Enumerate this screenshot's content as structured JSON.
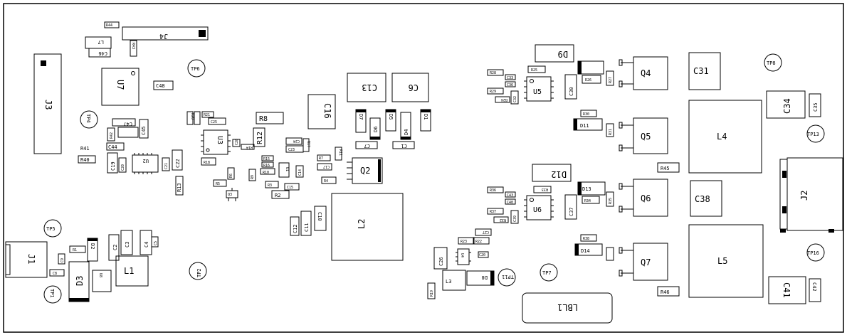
{
  "board": {
    "outline_color": "#000000",
    "background": "#ffffff"
  },
  "connectors": {
    "J1": "J1",
    "J2": "J2",
    "J3": "J3",
    "J4": "J4"
  },
  "test_points": {
    "TP1": "TP1",
    "TP2": "TP2",
    "TP4": "TP4",
    "TP5": "TP5",
    "TP6": "TP6",
    "TP7": "TP7",
    "TP8": "TP8",
    "TP11": "TP11",
    "TP13": "TP13",
    "TP16": "TP16"
  },
  "ics": {
    "U2": "U2",
    "U3": "U3",
    "U4": "U4",
    "U5": "U5",
    "U6": "U6",
    "U7": "U7"
  },
  "transistors": {
    "Q2": "Q2",
    "Q3": "Q3",
    "Q4": "Q4",
    "Q5": "Q5",
    "Q6": "Q6",
    "Q7": "Q7"
  },
  "inductors": {
    "L1": "L1",
    "L2": "L2",
    "L3": "L3",
    "L4": "L4",
    "L5": "L5",
    "L7": "L7"
  },
  "diodes": {
    "D1": "D1",
    "D2": "D2",
    "D3": "D3",
    "D4": "D4",
    "D5": "D5",
    "D6": "D6",
    "D7": "D7",
    "D8": "D8",
    "D9": "D9",
    "D11": "D11",
    "D12": "D12",
    "D13": "D13",
    "D14": "D14"
  },
  "capacitors": {
    "C1": "C1",
    "C2": "C2",
    "C3": "C3",
    "C4": "C4",
    "C5": "C5",
    "C7": "C7",
    "C8": "C8",
    "C9": "C9",
    "C10": "C10",
    "C11": "C11",
    "C12": "C12",
    "C13": "C13",
    "C14": "C14",
    "C15": "C15",
    "C16": "C16",
    "C17": "C17",
    "C19": "C19",
    "C20": "C20",
    "C21": "C21",
    "C22": "C22",
    "C23": "C23",
    "C24": "C24",
    "C25": "C25",
    "C26": "C26",
    "C27": "C27",
    "C28": "C28",
    "C29": "C29",
    "C30": "C30",
    "C31": "C31",
    "C32": "C32",
    "C33": "C33",
    "C34": "C34",
    "C35": "C35",
    "C36": "C36",
    "C37": "C37",
    "C38": "C38",
    "C39": "C39",
    "C40": "C40",
    "C41": "C41",
    "C42": "C42",
    "C43": "C43",
    "C44": "C44",
    "C45": "C45",
    "C46": "C46",
    "C47": "C47",
    "C48": "C48",
    "C6": "C6"
  },
  "resistors": {
    "R1": "R1",
    "R2": "R2",
    "R3": "R3",
    "R4": "R4",
    "R5": "R5",
    "R6": "R6",
    "R7": "R7",
    "R8": "R8",
    "R9": "R9",
    "R10": "R10",
    "R11": "R11",
    "R12": "R12",
    "R13": "R13",
    "R14": "R14",
    "R15": "R15",
    "R16": "R16",
    "R18": "R18",
    "R19": "R19",
    "R20": "R20",
    "R21": "R21",
    "R22": "R22",
    "R23": "R23",
    "R24": "R24",
    "R25": "R25",
    "R26": "R26",
    "R27": "R27",
    "R28": "R28",
    "R29": "R29",
    "R30": "R30",
    "R31": "R31",
    "R32": "R32",
    "R33": "R33",
    "R34": "R34",
    "R35": "R35",
    "R36": "R36",
    "R37": "R37",
    "R38": "R38",
    "R40": "R40",
    "R41": "R41",
    "R42": "R42",
    "R43": "R43",
    "R44": "R44",
    "R45": "R45",
    "R46": "R46"
  },
  "misc": {
    "LBL1": "LBL1"
  }
}
